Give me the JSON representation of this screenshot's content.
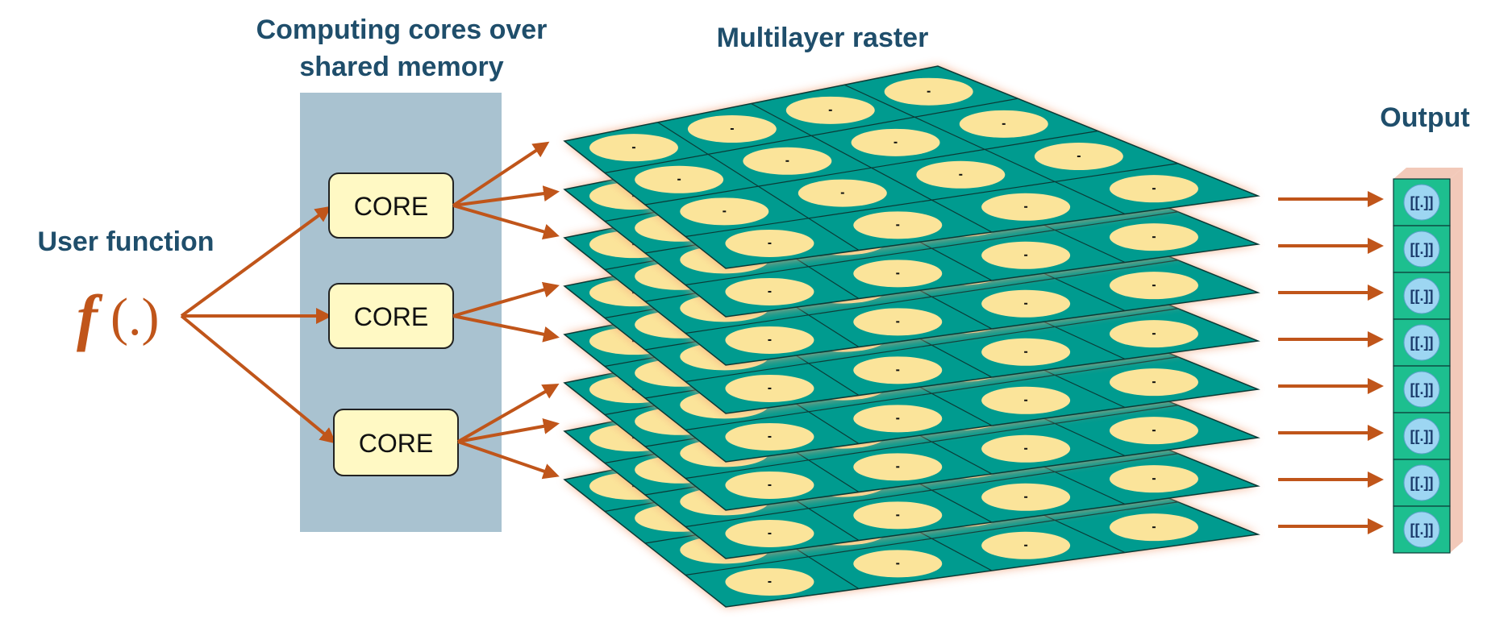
{
  "labels": {
    "cores_title_line1": "Computing cores over",
    "cores_title_line2": "shared memory",
    "raster_title": "Multilayer raster",
    "output_title": "Output",
    "user_function_title": "User function",
    "function_symbol": "f",
    "function_args": "(.)"
  },
  "cores": [
    "CORE",
    "CORE",
    "CORE"
  ],
  "output_cells": [
    "[[.]]",
    "[[.]]",
    "[[.]]",
    "[[.]]",
    "[[.]]",
    "[[.]]",
    "[[.]]",
    "[[.]]"
  ],
  "colors": {
    "heading": "#1f4e6b",
    "arrow": "#c0551a",
    "panel": "#a9c2d0",
    "core_fill": "#fff9c4",
    "tile": "#009b8f",
    "ellipse": "#fbe49a",
    "glow": "#f3a37a",
    "output_cell": "#1dbf8f",
    "output_circle": "#9dd6f2",
    "output_side": "#f2c9b9"
  },
  "raster": {
    "layers": 8,
    "rows": 4,
    "cols": 4
  }
}
